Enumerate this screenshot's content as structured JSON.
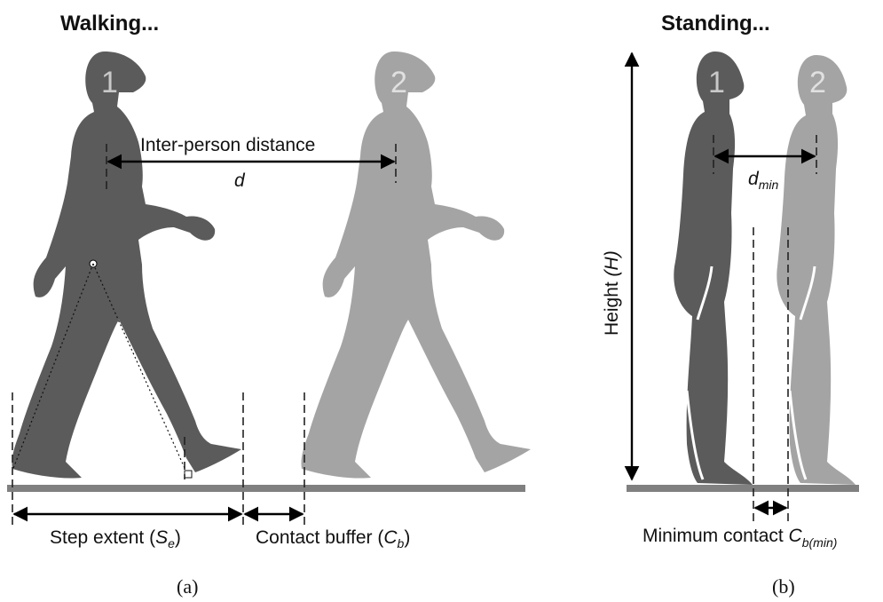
{
  "panel_a": {
    "title": "Walking...",
    "person1_number": "1",
    "person2_number": "2",
    "distance_label": "Inter-person distance",
    "distance_symbol": "d",
    "step_extent_label": "Step extent (",
    "step_extent_symbol": "S",
    "step_extent_sub": "e",
    "step_extent_close": ")",
    "contact_buffer_label": "Contact buffer (",
    "contact_buffer_symbol": "C",
    "contact_buffer_sub": "b",
    "contact_buffer_close": ")",
    "caption": "(a)"
  },
  "panel_b": {
    "title": "Standing...",
    "person1_number": "1",
    "person2_number": "2",
    "height_label": "Height ",
    "height_symbol": "(H)",
    "dmin_symbol": "d",
    "dmin_sub": "min",
    "min_contact_label": "Minimum contact ",
    "min_contact_symbol": "C",
    "min_contact_sub": "b(min)",
    "caption": "(b)"
  },
  "colors": {
    "person1": "#5b5b5b",
    "person2": "#a4a4a4",
    "ground": "#808080"
  }
}
